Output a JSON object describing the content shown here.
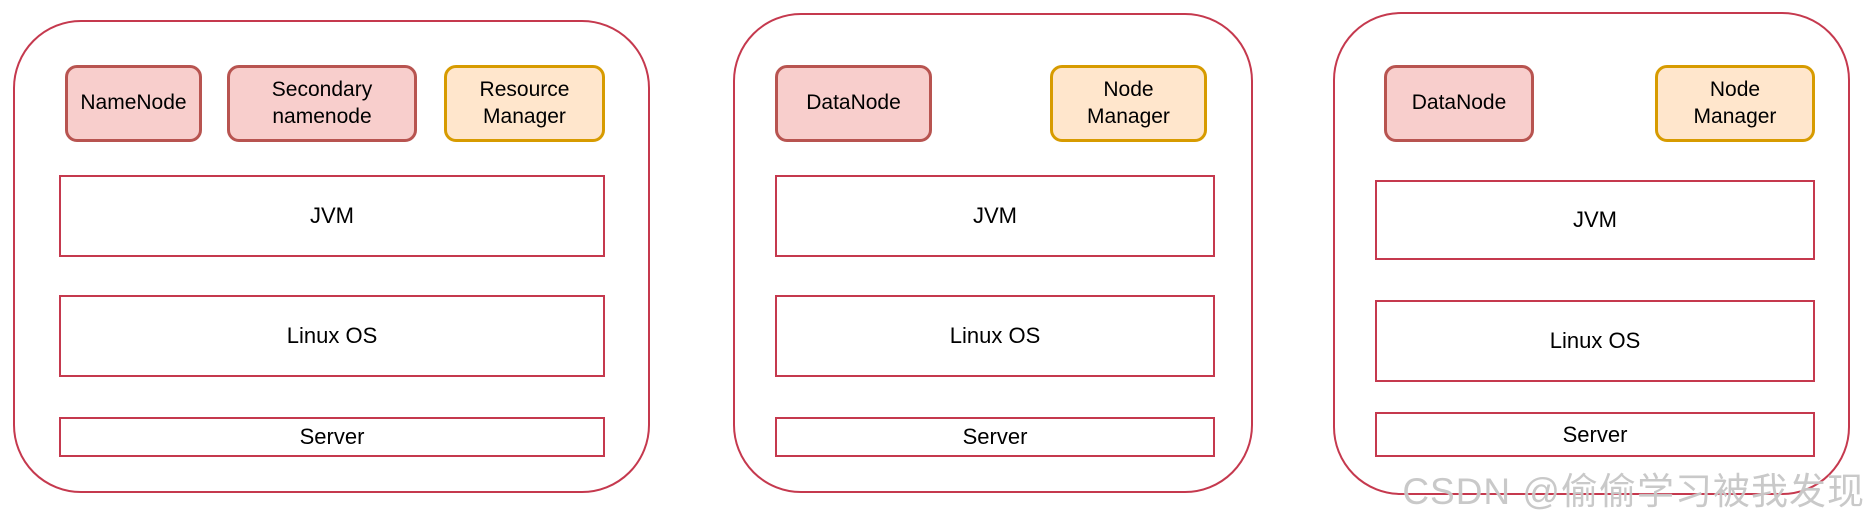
{
  "colors": {
    "frame_red": "#c5394e",
    "chip_pink_fill": "#f8cecc",
    "chip_pink_border": "#b85450",
    "chip_orange_fill": "#ffe6cc",
    "chip_orange_border": "#d79b00",
    "text": "#000000",
    "background": "#ffffff",
    "watermark_gray": "#bababa"
  },
  "nodes": [
    {
      "role": "master-node",
      "chips": [
        {
          "label": "NameNode",
          "variant": "pink",
          "lines": [
            "NameNode"
          ]
        },
        {
          "label": "Secondary namenode",
          "variant": "pink",
          "lines": [
            "Secondary",
            "namenode"
          ]
        },
        {
          "label": "Resource Manager",
          "variant": "orange",
          "lines": [
            "Resource",
            "Manager"
          ]
        }
      ],
      "layers": [
        "JVM",
        "Linux OS",
        "Server"
      ]
    },
    {
      "role": "worker-node-1",
      "chips": [
        {
          "label": "DataNode",
          "variant": "pink",
          "lines": [
            "DataNode"
          ]
        },
        {
          "label": "Node Manager",
          "variant": "orange",
          "lines": [
            "Node",
            "Manager"
          ]
        }
      ],
      "layers": [
        "JVM",
        "Linux OS",
        "Server"
      ]
    },
    {
      "role": "worker-node-2",
      "chips": [
        {
          "label": "DataNode",
          "variant": "pink",
          "lines": [
            "DataNode"
          ]
        },
        {
          "label": "Node Manager",
          "variant": "orange",
          "lines": [
            "Node",
            "Manager"
          ]
        }
      ],
      "layers": [
        "JVM",
        "Linux OS",
        "Server"
      ]
    }
  ],
  "watermark": {
    "text": "CSDN @偷偷学习被我发现"
  }
}
